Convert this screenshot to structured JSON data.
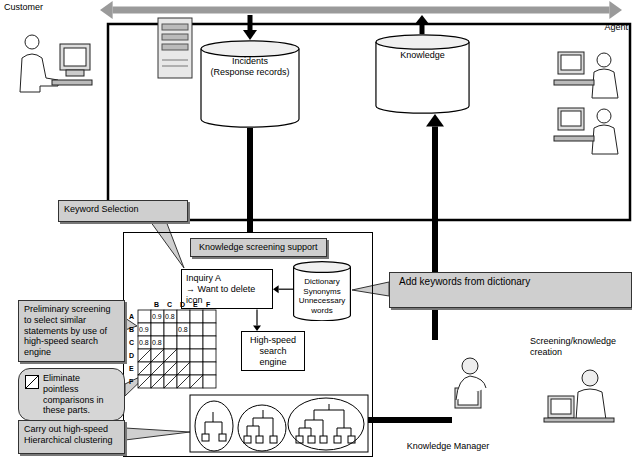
{
  "diagram": {
    "nodes": [
      {
        "text": [
          "Customer"
        ]
      },
      {
        "text": [
          "Incidents",
          "(Response records)"
        ]
      },
      {
        "text": [
          "Knowledge"
        ]
      },
      {
        "text": [
          "Agent"
        ]
      },
      {
        "text": [
          "Keyword Selection"
        ]
      },
      {
        "text": [
          "Knowledge screening support"
        ]
      },
      {
        "text": [
          "Inquiry A",
          "→ Want to delete icon"
        ],
        "in": 5
      },
      {
        "text": [
          "Dictionary",
          "Synonyms",
          "Unnecessary words"
        ],
        "in": 5
      },
      {
        "text": [
          "Add keywords from dictionary"
        ]
      },
      {
        "text": [
          "Preliminary screening to select similar statements by use of high-speed search engine"
        ]
      },
      {
        "text": [
          "High-speed search engine"
        ],
        "in": 5
      },
      {
        "text": [
          "Eliminate pointless comparisons in these parts."
        ]
      },
      {
        "text": [
          "Carry out high-speed Hierarchical clustering"
        ]
      },
      {
        "text": [
          "Knowledge Manager"
        ]
      },
      {
        "text": [
          "Screening/knowledge creation"
        ]
      }
    ],
    "edges": [
      {
        "from": 0,
        "to": 3,
        "arrow": "both"
      },
      {
        "from": 1,
        "to": 5,
        "arrow": "none"
      },
      {
        "from": 7,
        "to": 6,
        "arrow": "to"
      },
      {
        "from": 6,
        "to": 10,
        "arrow": "to"
      },
      {
        "from": 13,
        "to": 2,
        "arrow": "to"
      }
    ],
    "labels": [
      "A",
      "B",
      "C",
      "D",
      "E",
      "F",
      "B",
      "C",
      "D",
      "E",
      "F",
      "0.9",
      "0.8",
      "0.9",
      "0.8",
      "0.8",
      "0.8"
    ]
  }
}
